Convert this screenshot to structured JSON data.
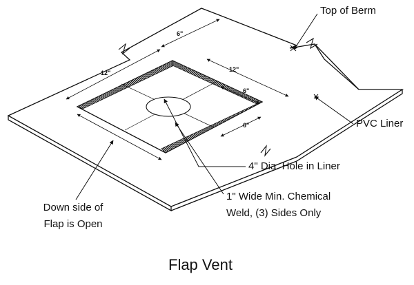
{
  "title": "Flap Vent",
  "labels": {
    "top_of_berm": "Top of Berm",
    "pvc_liner": "PVC Liner",
    "hole": "4\" Dia. Hole in Liner",
    "weld_line1": "1\" Wide Min. Chemical",
    "weld_line2": "Weld, (3) Sides Only",
    "down_line1": "Down side of",
    "down_line2": "Flap is Open"
  },
  "dimensions": {
    "top_half": "6\"",
    "left_full": "12\"",
    "right_full": "12\"",
    "right_half": "6\"",
    "bottom_half": "6\""
  },
  "colors": {
    "ink": "#111111",
    "weld_hatch": "#333333",
    "paper": "#ffffff"
  }
}
